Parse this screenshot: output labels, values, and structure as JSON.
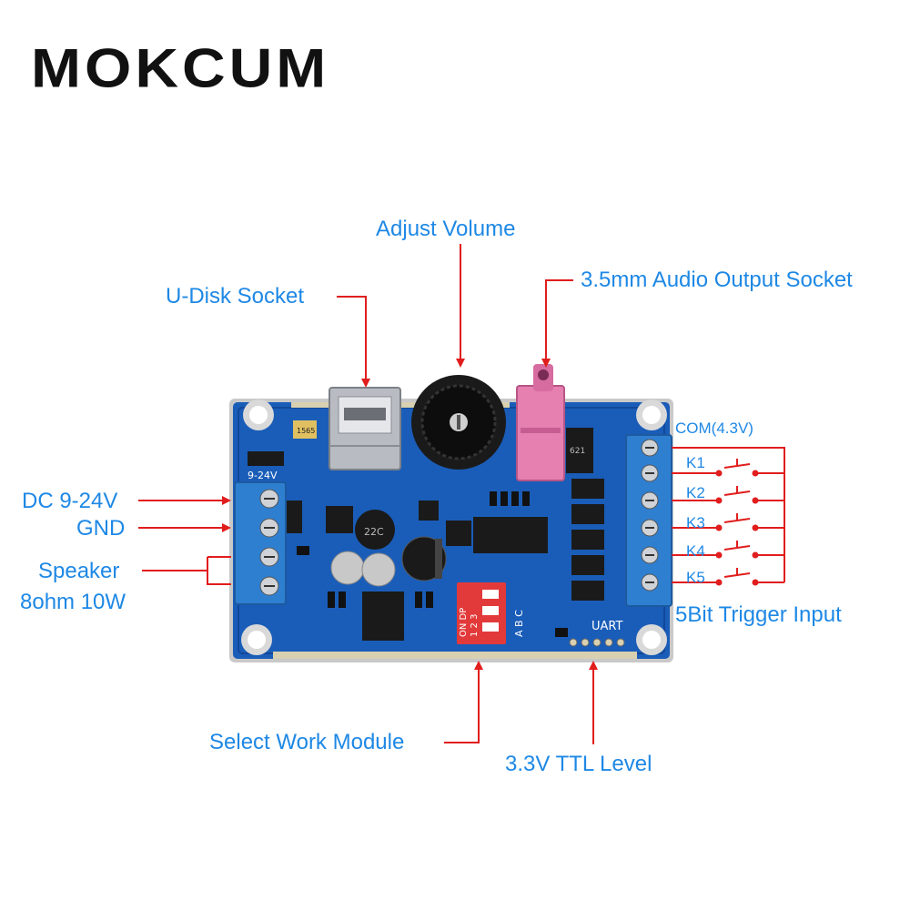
{
  "brand": {
    "name": "MOKCUM"
  },
  "board": {
    "colors": {
      "pcb": "#1a5db8",
      "pcb_dark": "#12479a",
      "terminal": "#2f7fd1",
      "arrow": "#e11d1d",
      "label": "#1e88e5",
      "dip": "#e23a3a",
      "jack": "#e580b0"
    },
    "silkscreen": {
      "voltage": "9-24V",
      "uart": "UART",
      "dip_on": "ON DP",
      "dip_nums": "1 2 3",
      "dip_abc": "A B C",
      "cap": "22C",
      "ic": "1565",
      "diode": "621"
    }
  },
  "labels": {
    "adjust_volume": "Adjust Volume",
    "audio_output": "3.5mm Audio Output Socket",
    "u_disk": "U-Disk Socket",
    "com": "COM(4.3V)",
    "k1": "K1",
    "k2": "K2",
    "k3": "K3",
    "k4": "K4",
    "k5": "K5",
    "dc": "DC 9-24V",
    "gnd": "GND",
    "speaker": "Speaker",
    "speaker_spec": "8ohm 10W",
    "trigger": "5Bit Trigger Input",
    "select_work": "Select Work Module",
    "ttl": "3.3V TTL Level"
  }
}
